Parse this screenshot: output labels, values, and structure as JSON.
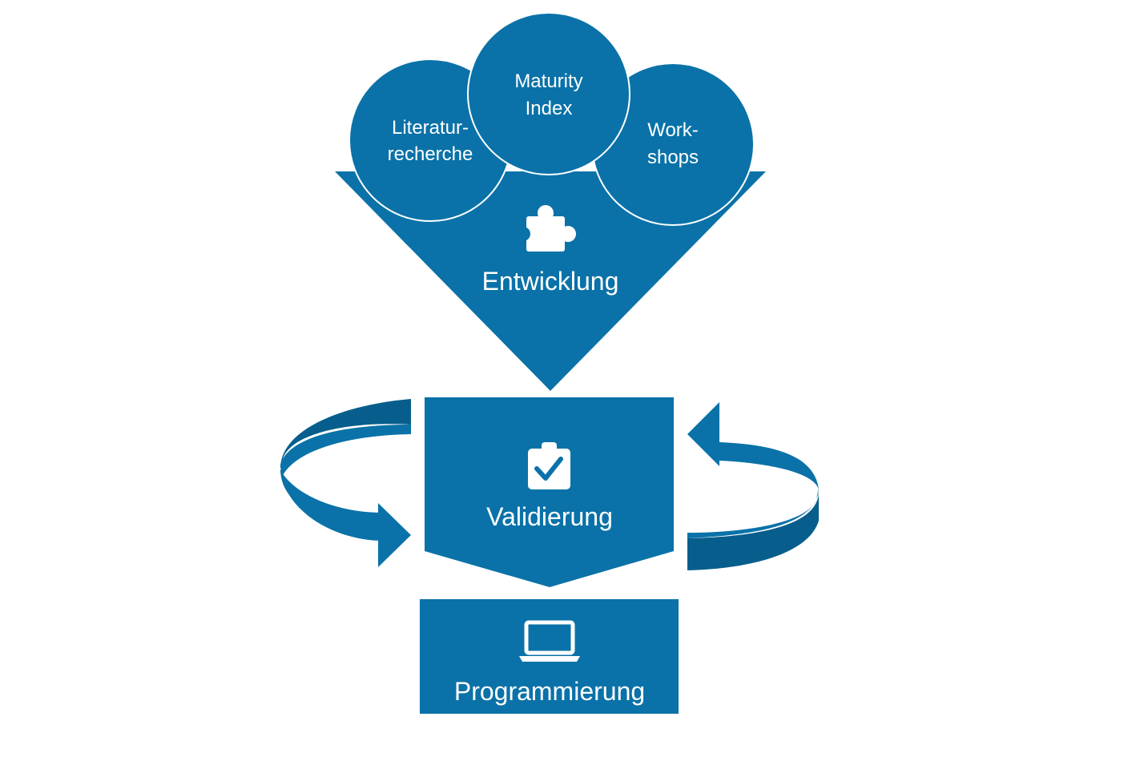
{
  "colors": {
    "primary": "#0A72A8",
    "dark": "#075E8C",
    "outline": "#ffffff",
    "background": "#ffffff"
  },
  "inputs": [
    {
      "lines": [
        "Literatur-",
        "recherche"
      ]
    },
    {
      "lines": [
        "Maturity",
        "Index"
      ]
    },
    {
      "lines": [
        "Work-",
        "shops"
      ]
    }
  ],
  "stages": {
    "development": {
      "label": "Entwicklung",
      "icon": "puzzle-icon"
    },
    "validation": {
      "label": "Validierung",
      "icon": "clipboard-check-icon"
    },
    "programming": {
      "label": "Programmierung",
      "icon": "laptop-icon"
    }
  },
  "loop": {
    "icon": "cycle-arrows"
  }
}
